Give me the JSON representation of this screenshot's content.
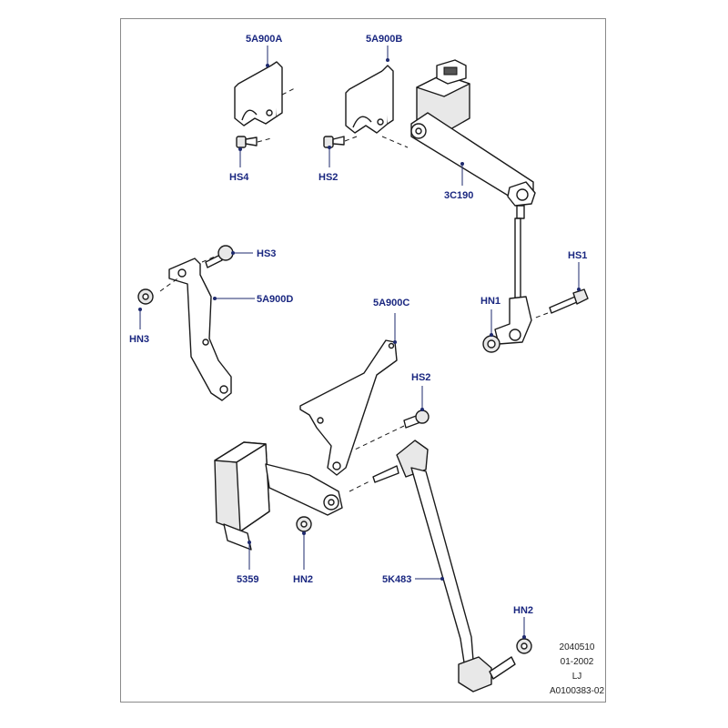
{
  "callouts": {
    "c5A900A": "5A900A",
    "c5A900B": "5A900B",
    "cHS4": "HS4",
    "cHS2a": "HS2",
    "c3C190": "3C190",
    "cHS3": "HS3",
    "c5A900D": "5A900D",
    "cHN3": "HN3",
    "cHS1": "HS1",
    "cHN1": "HN1",
    "c5A900C": "5A900C",
    "cHS2b": "HS2",
    "c5359": "5359",
    "cHN2a": "HN2",
    "c5K483": "5K483",
    "cHN2b": "HN2"
  },
  "reference": {
    "line1": "2040510",
    "line2": "01-2002",
    "line3": "LJ",
    "line4": "A0100383-02"
  }
}
